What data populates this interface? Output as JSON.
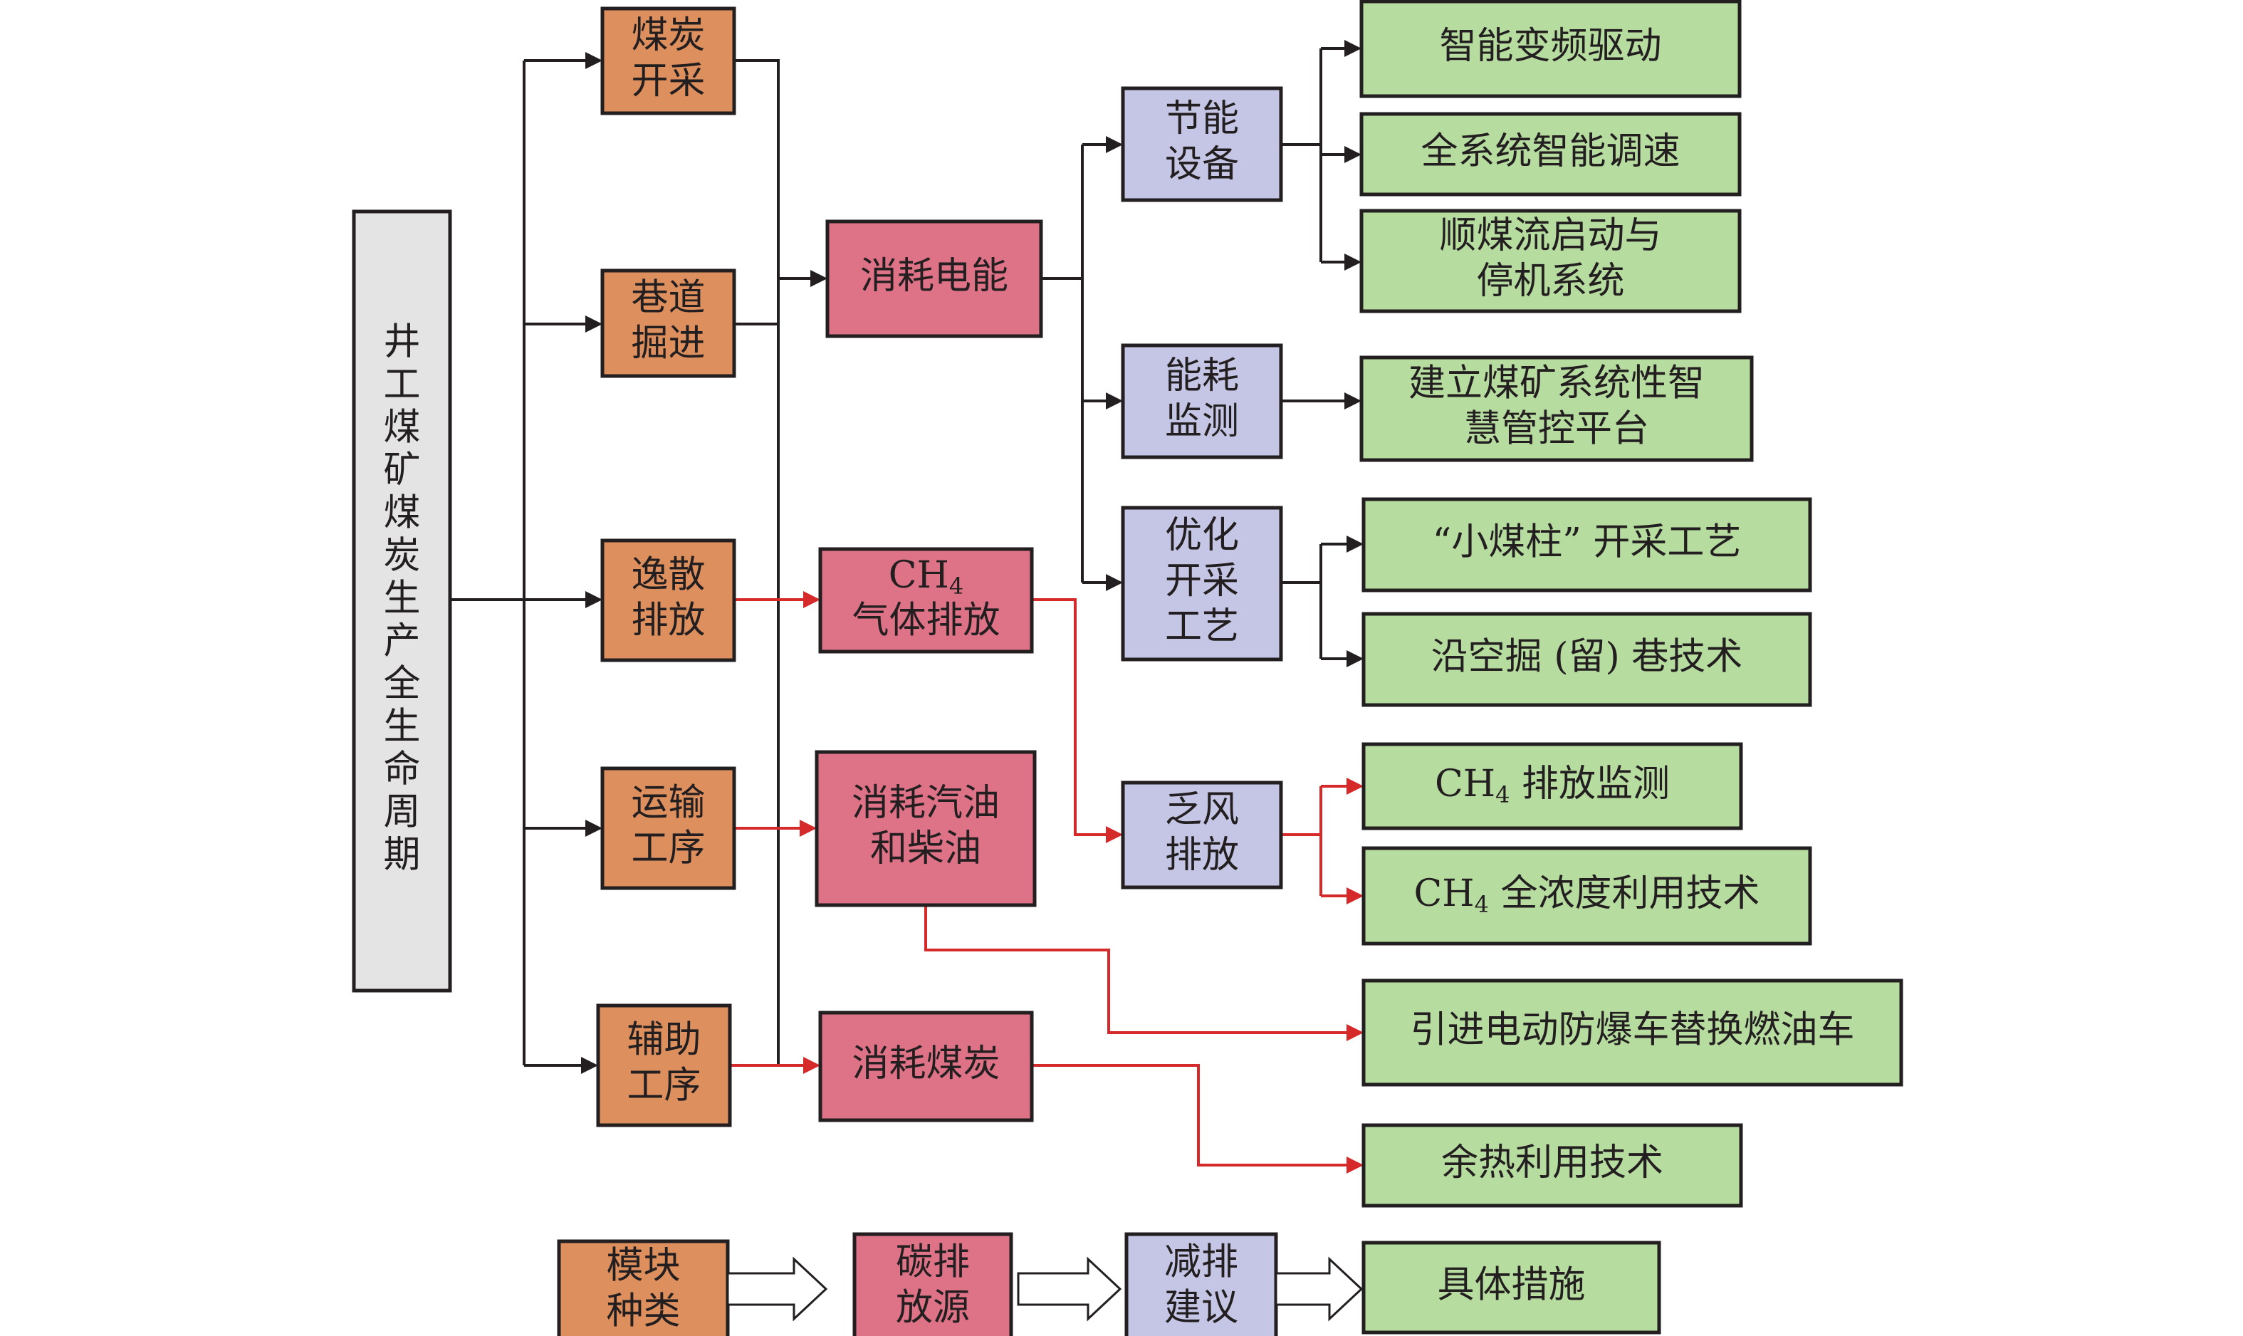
{
  "diagram": {
    "colors": {
      "root": "#e4e4e4",
      "module": "#dd8f5e",
      "source": "#de7286",
      "suggestion": "#c5c6e5",
      "measure": "#b7dca0",
      "black_line": "#231f20",
      "red_line": "#d62a2a"
    },
    "root": {
      "label": "井工煤矿煤炭生产全生命周期"
    },
    "modules": [
      {
        "id": "m1",
        "lines": [
          "煤炭",
          "开采"
        ]
      },
      {
        "id": "m2",
        "lines": [
          "巷道",
          "掘进"
        ]
      },
      {
        "id": "m3",
        "lines": [
          "逸散",
          "排放"
        ]
      },
      {
        "id": "m4",
        "lines": [
          "运输",
          "工序"
        ]
      },
      {
        "id": "m5",
        "lines": [
          "辅助",
          "工序"
        ]
      }
    ],
    "sources": [
      {
        "id": "s1",
        "lines": [
          "消耗电能"
        ]
      },
      {
        "id": "s2",
        "lines": [
          "CH",
          "气体排放"
        ],
        "subscript": "4"
      },
      {
        "id": "s3",
        "lines": [
          "消耗汽油",
          "和柴油"
        ]
      },
      {
        "id": "s4",
        "lines": [
          "消耗煤炭"
        ]
      }
    ],
    "suggestions": [
      {
        "id": "g1",
        "lines": [
          "节能",
          "设备"
        ]
      },
      {
        "id": "g2",
        "lines": [
          "能耗",
          "监测"
        ]
      },
      {
        "id": "g3",
        "lines": [
          "优化",
          "开采",
          "工艺"
        ]
      },
      {
        "id": "g4",
        "lines": [
          "乏风",
          "排放"
        ]
      }
    ],
    "measures": [
      {
        "id": "t1",
        "lines": [
          "智能变频驱动"
        ]
      },
      {
        "id": "t2",
        "lines": [
          "全系统智能调速"
        ]
      },
      {
        "id": "t3",
        "lines": [
          "顺煤流启动与",
          "停机系统"
        ]
      },
      {
        "id": "t4",
        "lines": [
          "建立煤矿系统性智",
          "慧管控平台"
        ]
      },
      {
        "id": "t5",
        "lines": [
          "“小煤柱” 开采工艺"
        ]
      },
      {
        "id": "t6",
        "lines": [
          "沿空掘 (留) 巷技术"
        ]
      },
      {
        "id": "t7",
        "prefix": "CH",
        "subscript": "4",
        "lines": [
          " 排放监测"
        ]
      },
      {
        "id": "t8",
        "prefix": "CH",
        "subscript": "4",
        "lines": [
          " 全浓度利用技术"
        ]
      },
      {
        "id": "t9",
        "lines": [
          "引进电动防爆车替换燃油车"
        ]
      },
      {
        "id": "t10",
        "lines": [
          "余热利用技术"
        ]
      }
    ],
    "legend": [
      {
        "lines": [
          "模块",
          "种类"
        ]
      },
      {
        "lines": [
          "碳排",
          "放源"
        ]
      },
      {
        "lines": [
          "减排",
          "建议"
        ]
      },
      {
        "lines": [
          "具体措施"
        ]
      }
    ]
  }
}
